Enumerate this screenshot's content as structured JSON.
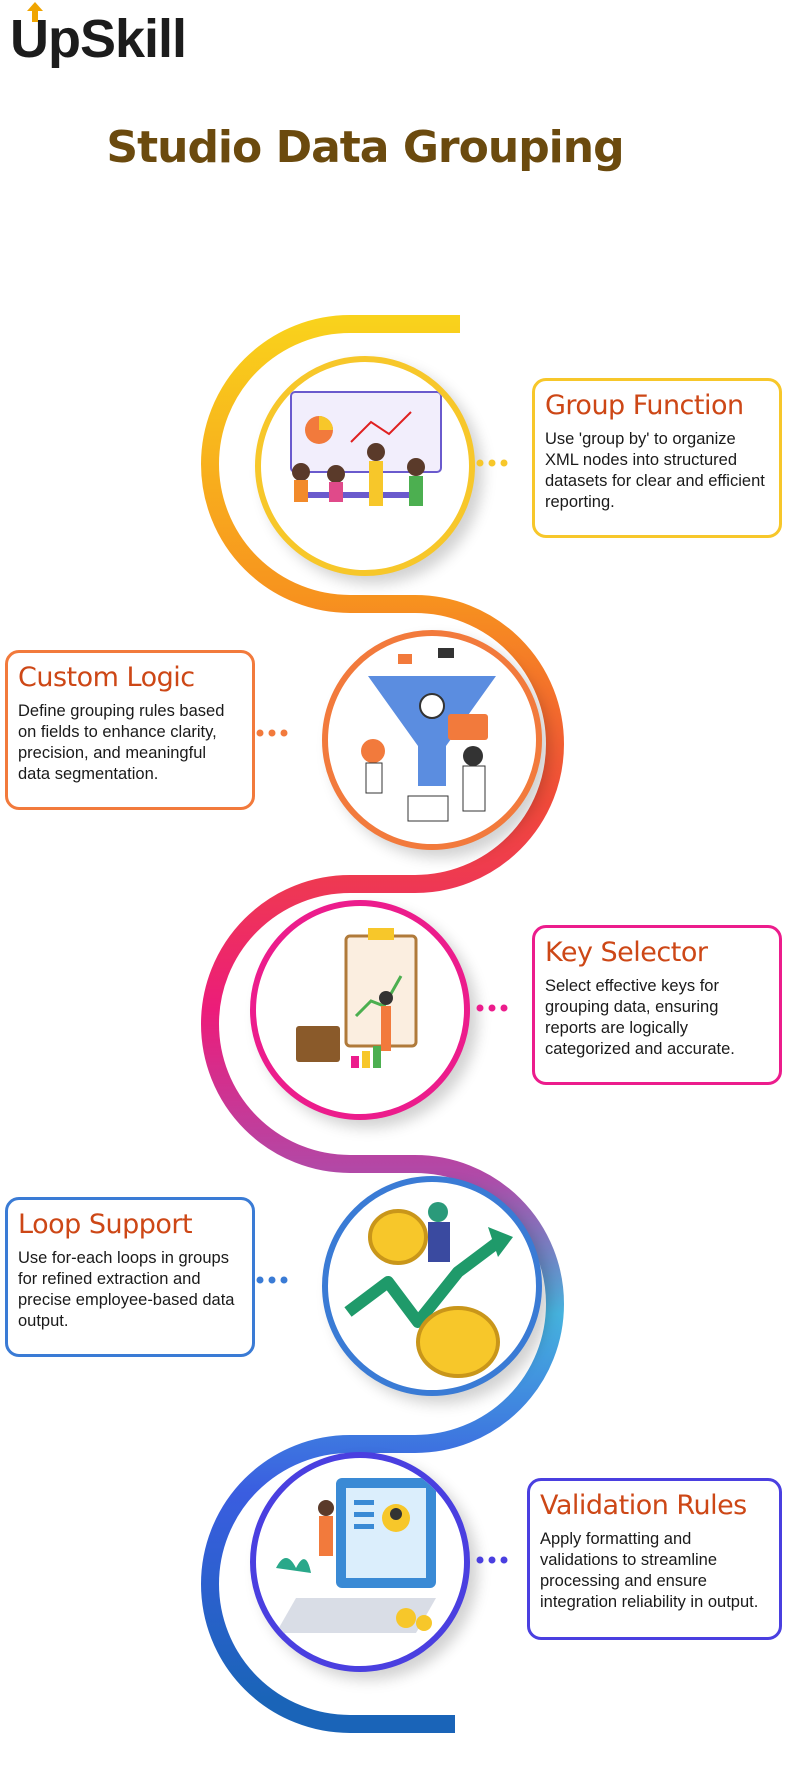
{
  "brand": {
    "name": "UpSkill",
    "logo_color": "#1c1c1c",
    "arrow_color": "#f0a500"
  },
  "title": "Studio Data Grouping",
  "steps": [
    {
      "heading": "Group Function",
      "text": "Use 'group by' to organize XML nodes into structured datasets for clear and efficient reporting.",
      "color": "#f7c72a",
      "side": "right",
      "icon": "team-presentation-illustration"
    },
    {
      "heading": "Custom Logic",
      "text": "Define grouping rules based on fields to enhance clarity, precision, and meaningful data segmentation.",
      "color": "#f27a3c",
      "side": "left",
      "icon": "data-funnel-illustration"
    },
    {
      "heading": "Key Selector",
      "text": "Select effective keys for grouping data, ensuring reports are logically categorized and accurate.",
      "color": "#ec1c8c",
      "side": "right",
      "icon": "clipboard-chart-illustration"
    },
    {
      "heading": "Loop Support",
      "text": "Use for-each loops in groups for refined extraction and precise employee-based data output.",
      "color": "#3a7bd5",
      "side": "left",
      "icon": "coins-growth-illustration"
    },
    {
      "heading": "Validation Rules",
      "text": "Apply formatting and validations to streamline processing and ensure integration reliability in output.",
      "color": "#4a3fe0",
      "side": "right",
      "icon": "laptop-validation-illustration"
    }
  ]
}
